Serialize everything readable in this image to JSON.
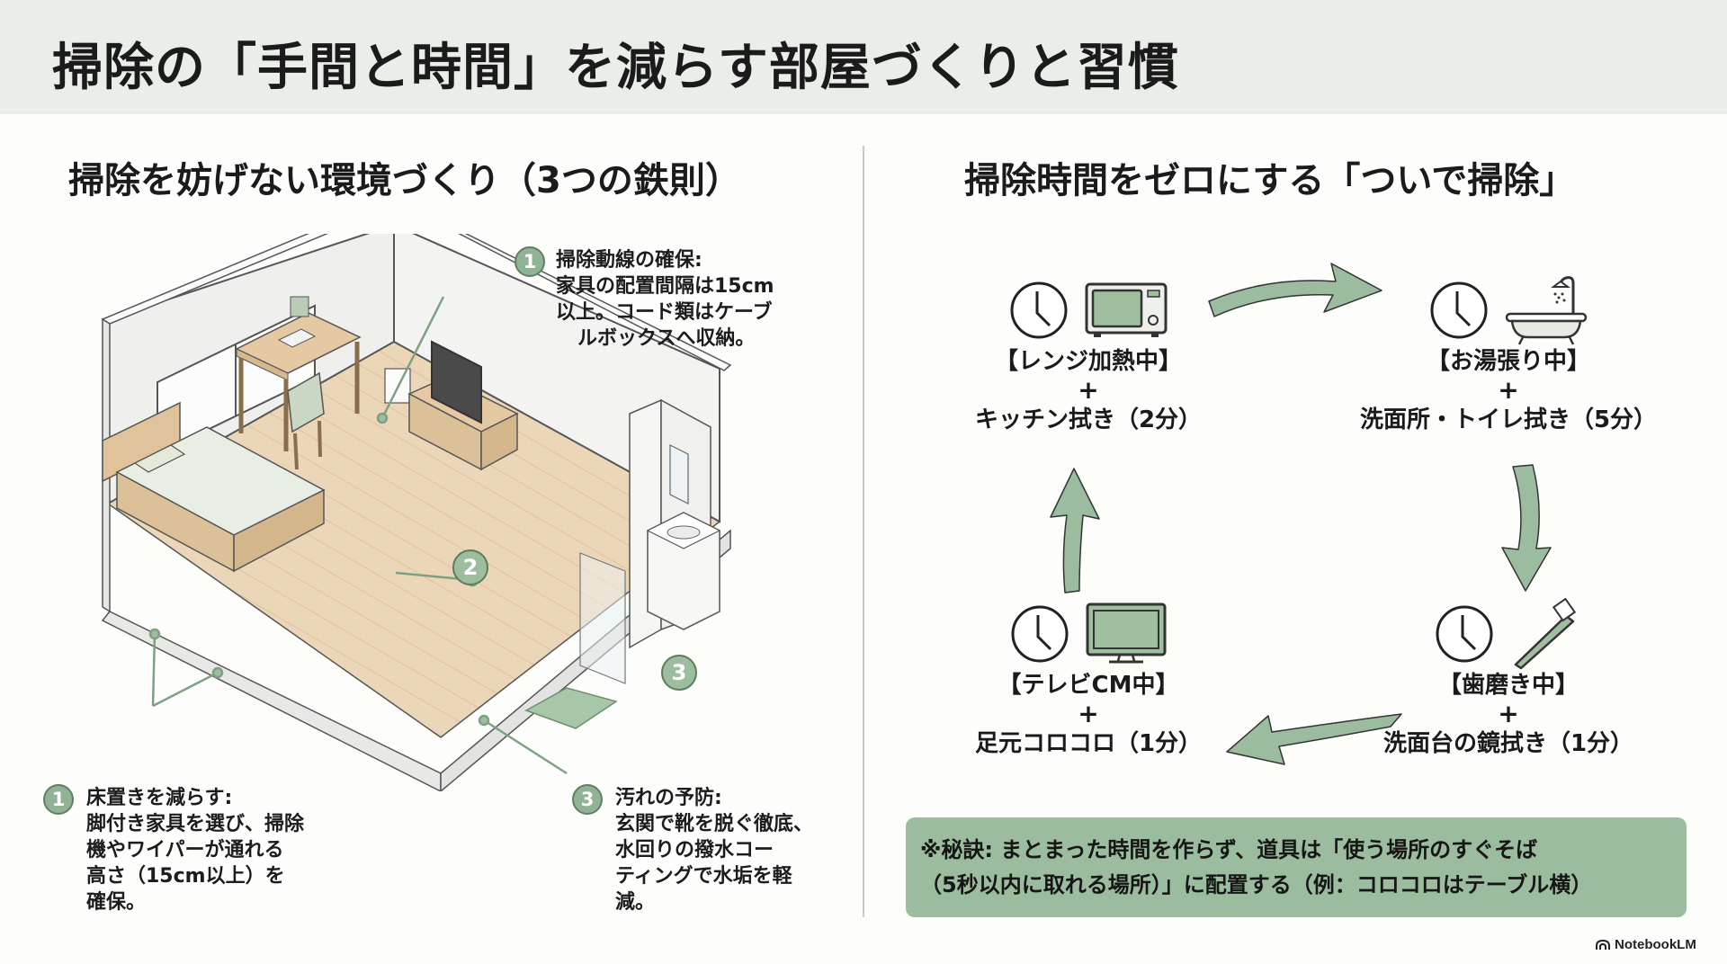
{
  "header": {
    "title": "掃除の「手間と時間」を減らす部屋づくりと習慣"
  },
  "left_section": {
    "title": "掃除を妨げない環境づくり（3つの鉄則）",
    "room_markers": [
      "1",
      "2",
      "3"
    ],
    "rules": [
      {
        "number": "1",
        "heading": "掃除動線の確保:",
        "lines": [
          "家具の配置間隔は15cm",
          "以上。コード類はケーブ",
          "ルボックスへ収納。"
        ]
      },
      {
        "number": "1",
        "heading": "床置きを減らす:",
        "lines": [
          "脚付き家具を選び、掃除",
          "機やワイパーが通れる",
          "高さ（15cm以上）を",
          "確保。"
        ]
      },
      {
        "number": "3",
        "heading": "汚れの予防:",
        "lines": [
          "玄関で靴を脱ぐ徹底、",
          "水回りの撥水コー",
          "ティングで水垢を軽",
          "減。"
        ]
      }
    ]
  },
  "right_section": {
    "title": "掃除時間をゼロにする「ついで掃除」",
    "steps": [
      {
        "icon": "microwave-icon",
        "label": "【レンジ加熱中】",
        "plus": "+",
        "task": "キッチン拭き（2分）"
      },
      {
        "icon": "bathtub-icon",
        "label": "【お湯張り中】",
        "plus": "+",
        "task": "洗面所・トイレ拭き（5分）"
      },
      {
        "icon": "toothbrush-icon",
        "label": "【歯磨き中】",
        "plus": "+",
        "task": "洗面台の鏡拭き（1分）"
      },
      {
        "icon": "tv-icon",
        "label": "【テレビCM中】",
        "plus": "+",
        "task": "足元コロコロ（1分）"
      }
    ],
    "tip": {
      "lines": [
        "※秘訣: まとまった時間を作らず、道具は「使う場所のすぐそば",
        "（5秒以内に取れる場所）」に配置する（例：コロコロはテーブル横）"
      ]
    }
  },
  "colors": {
    "accent_green": "#9bbc9f",
    "accent_green_dark": "#5f7f63",
    "header_bg": "#e9eee9",
    "wood": "#e8cfae"
  },
  "footer": {
    "brand": "NotebookLM"
  }
}
